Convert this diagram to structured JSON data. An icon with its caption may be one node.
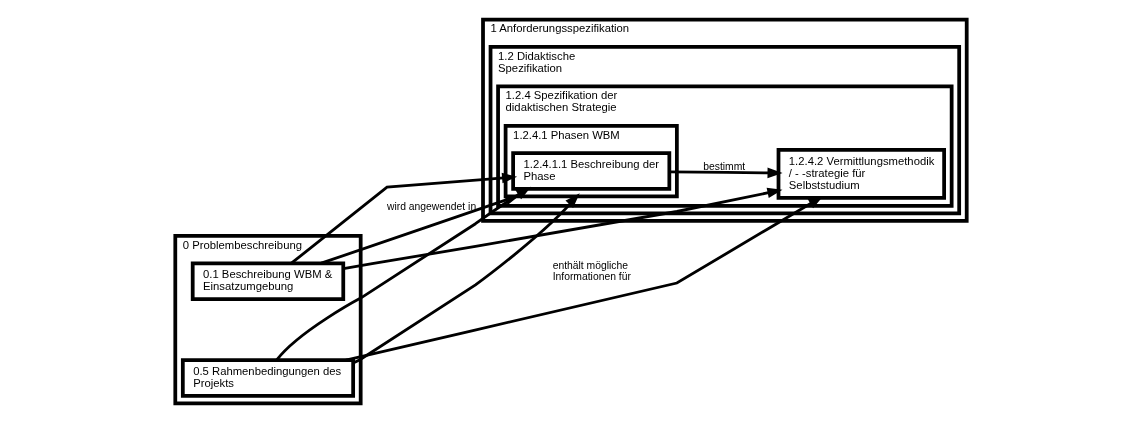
{
  "diagram": {
    "nodes": [
      {
        "text": [
          "0 Problembeschreibung"
        ]
      },
      {
        "text": [
          "0.1 Beschreibung WBM & Einsatzumgebung"
        ],
        "in": 0
      },
      {
        "text": [
          "0.5 Rahmenbedingungen des Projekts"
        ],
        "in": 0
      },
      {
        "text": [
          "1 Anforderungsspezifikation"
        ]
      },
      {
        "text": [
          "1.2 Didaktische Spezifikation"
        ],
        "in": 3
      },
      {
        "text": [
          "1.2.4 Spezifikation der didaktischen Strategie"
        ],
        "in": 4
      },
      {
        "text": [
          "1.2.4.1 Phasen WBM"
        ],
        "in": 5
      },
      {
        "text": [
          "1.2.4.1.1 Beschreibung der Phase"
        ],
        "in": 6
      },
      {
        "text": [
          "1.2.4.2 Vermittlungsmethodik / - -strategie für Selbststudium"
        ],
        "in": 5
      }
    ],
    "edges": [
      {
        "from": 1,
        "to": 6,
        "arrow": "to",
        "label": "wird angewendet in"
      },
      {
        "from": 1,
        "to": 7,
        "arrow": "to"
      },
      {
        "from": 1,
        "to": 8,
        "arrow": "to"
      },
      {
        "from": 2,
        "to": 6,
        "arrow": "to"
      },
      {
        "from": 2,
        "to": 7,
        "arrow": "to"
      },
      {
        "from": 2,
        "to": 8,
        "arrow": "to",
        "label": "enthält mögliche Informationen für"
      },
      {
        "from": 7,
        "to": 8,
        "arrow": "to",
        "label": "bestimmt"
      }
    ]
  }
}
